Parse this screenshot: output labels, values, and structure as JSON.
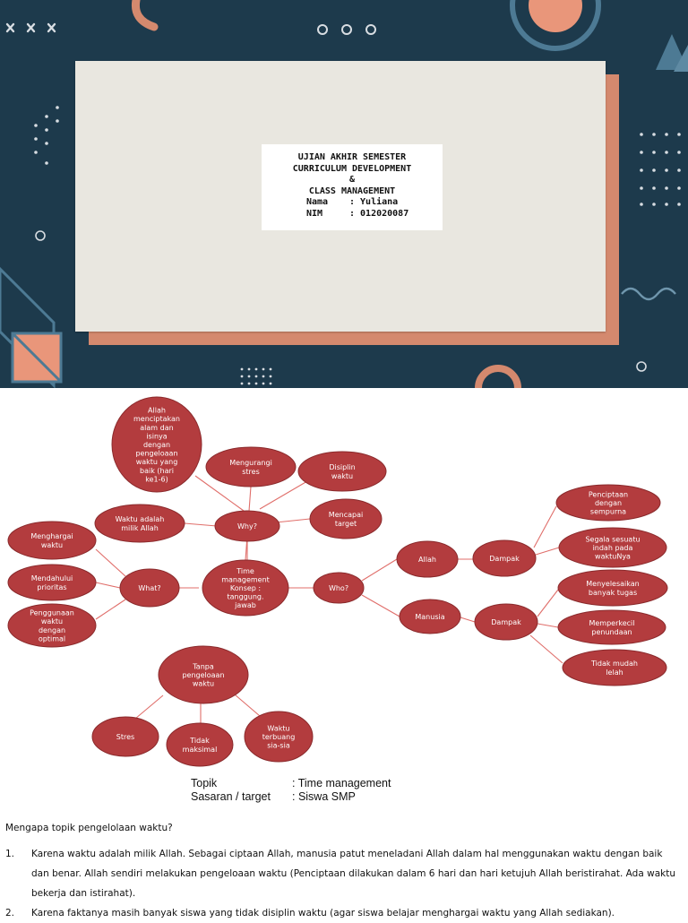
{
  "cover": {
    "title_lines": [
      "UJIAN AKHIR SEMESTER",
      "CURRICULUM DEVELOPMENT",
      "&",
      "CLASS MANAGEMENT"
    ],
    "nama_label": "Nama",
    "nama_value": ": Yuliana",
    "nim_label": "NIM",
    "nim_value": ": 012020087"
  },
  "mindmap": {
    "nodes": {
      "center": "Time management Konsep : tanggung. jawab",
      "why": "Why?",
      "what": "What?",
      "who": "Who?",
      "allah_create": "Allah menciptakan alam dan isinya dengan pengeloaan waktu yang baik (hari ke1-6)",
      "waktu_milik": "Waktu adalah milik Allah",
      "mengurangi": "Mengurangi stres",
      "disiplin": "Disiplin waktu",
      "mencapai": "Mencapai target",
      "menghargai": "Menghargai waktu",
      "mendahului": "Mendahului prioritas",
      "penggunaan": "Penggunaan waktu dengan optimal",
      "allah": "Allah",
      "manusia": "Manusia",
      "dampak1": "Dampak",
      "dampak2": "Dampak",
      "penciptaan": "Penciptaan dengan sempurna",
      "segala": "Segala sesuatu indah pada waktuNya",
      "menyelesaikan": "Menyelesaikan banyak tugas",
      "memperkecil": "Memperkecil penundaan",
      "tidak_lelah": "Tidak mudah lelah",
      "tanpa": "Tanpa pengeloaan waktu",
      "stres": "Stres",
      "tidak_maksimal": "Tidak maksimal",
      "terbuang": "Waktu terbuang sia-sia"
    }
  },
  "meta": {
    "topik_label": "Topik",
    "topik_value": ": Time management",
    "sasaran_label": "Sasaran / target",
    "sasaran_value": ": Siswa SMP"
  },
  "body": {
    "question": "Mengapa topik pengelolaan waktu?",
    "items": [
      {
        "num": "1.",
        "text": "Karena waktu adalah milik Allah. Sebagai ciptaan Allah, manusia patut meneladani Allah dalam hal menggunakan waktu dengan baik dan benar. Allah sendiri melakukan pengeloaan waktu (Penciptaan dilakukan dalam 6 hari dan hari ketujuh Allah beristirahat. Ada waktu bekerja dan istirahat)."
      },
      {
        "num": "2.",
        "text": "Karena faktanya masih banyak siswa yang tidak disiplin waktu (agar siswa belajar menghargai waktu yang Allah sediakan)."
      }
    ]
  },
  "colors": {
    "cover_bg": "#1d3a4c",
    "accent_salmon": "#d4896e",
    "card": "#e9e7e0",
    "node_fill": "#b33c3e",
    "node_stroke": "#8a2a2c",
    "connector": "#e06e6a"
  }
}
